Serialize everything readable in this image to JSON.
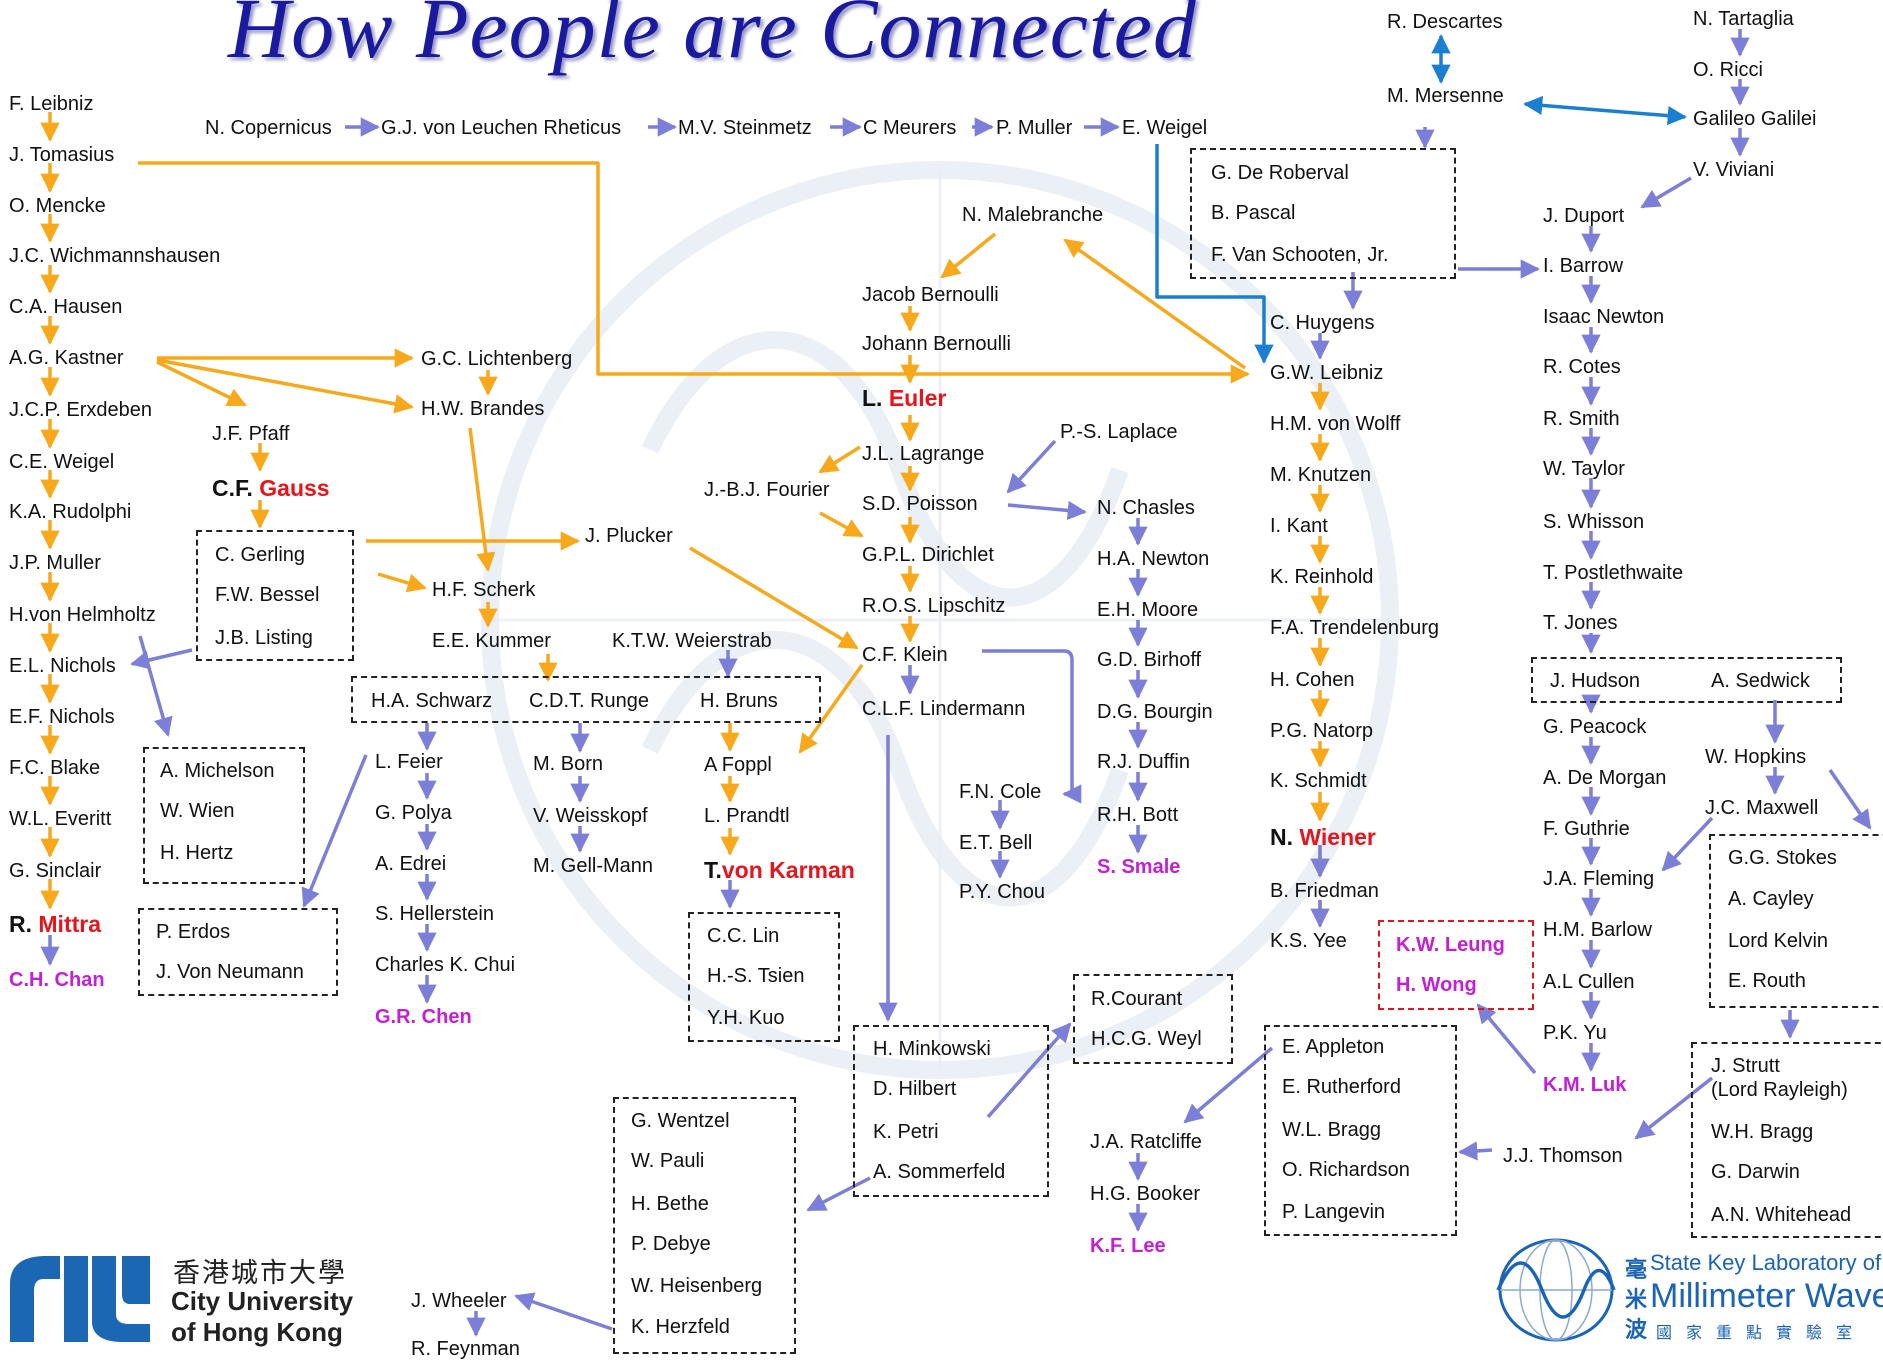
{
  "title": "How People are Connected",
  "nodes": {
    "leibniz_f": "F. Leibniz",
    "tomasius": "J. Tomasius",
    "mencke": "O. Mencke",
    "wichmannshausen": "J.C. Wichmannshausen",
    "hausen": "C.A. Hausen",
    "kastner": "A.G. Kastner",
    "erxdeben": "J.C.P. Erxdeben",
    "weigel_ce": "C.E. Weigel",
    "rudolphi": "K.A. Rudolphi",
    "muller_jp": "J.P. Muller",
    "helmholtz": "H.von Helmholtz",
    "nichols_el": "E.L. Nichols",
    "nichols_ef": "E.F. Nichols",
    "blake": "F.C. Blake",
    "everitt": "W.L. Everitt",
    "sinclair": "G. Sinclair",
    "mittra_prefix": "R. ",
    "mittra_name": "Mittra",
    "chan_ch": "C.H. Chan",
    "copernicus": "N. Copernicus",
    "rheticus": "G.J. von Leuchen Rheticus",
    "steinmetz": "M.V. Steinmetz",
    "meurers": "C Meurers",
    "muller_p": "P. Muller",
    "weigel_e": "E. Weigel",
    "pfaff": "J.F. Pfaff",
    "gauss_prefix": "C.F. ",
    "gauss_name": "Gauss",
    "gerling": "C. Gerling",
    "bessel": "F.W. Bessel",
    "listing": "J.B. Listing",
    "lichtenberg": "G.C. Lichtenberg",
    "brandes": "H.W. Brandes",
    "plucker": "J. Plucker",
    "scherk": "H.F. Scherk",
    "kummer": "E.E. Kummer",
    "weierstrab": "K.T.W. Weierstrab",
    "schwarz": "H.A. Schwarz",
    "runge": "C.D.T. Runge",
    "bruns": "H. Bruns",
    "michelson": "A. Michelson",
    "wien": "W. Wien",
    "hertz": "H. Hertz",
    "erdos": "P. Erdos",
    "neumann": "J. Von Neumann",
    "feier": "L. Feier",
    "polya": "G. Polya",
    "edrei": "A. Edrei",
    "hellerstein": "S. Hellerstein",
    "chui": "Charles K. Chui",
    "chen_gr": "G.R. Chen",
    "born": "M. Born",
    "weisskopf": "V. Weisskopf",
    "gellmann": "M. Gell-Mann",
    "foppl": "A Foppl",
    "prandtl": "L. Prandtl",
    "karman_prefix": "T.",
    "karman_name": "von Karman",
    "lin": "C.C. Lin",
    "tsien": "H.-S. Tsien",
    "kuo": "Y.H. Kuo",
    "malebranche": "N. Malebranche",
    "jacob_bernoulli": "Jacob Bernoulli",
    "johann_bernoulli": "Johann Bernoulli",
    "euler_prefix": "L. ",
    "euler_name": "Euler",
    "lagrange": "J.L. Lagrange",
    "fourier": "J.-B.J. Fourier",
    "poisson": "S.D. Poisson",
    "dirichlet": "G.P.L. Dirichlet",
    "lipschitz": "R.O.S. Lipschitz",
    "klein": "C.F. Klein",
    "lindermann": "C.L.F. Lindermann",
    "laplace": "P.-S. Laplace",
    "chasles": "N. Chasles",
    "newton_ha": "H.A. Newton",
    "moore": "E.H. Moore",
    "birhoff": "G.D. Birhoff",
    "bourgin": "D.G. Bourgin",
    "duffin": "R.J. Duffin",
    "bott": "R.H. Bott",
    "smale": "S. Smale",
    "cole": "F.N. Cole",
    "bell": "E.T. Bell",
    "chou": "P.Y. Chou",
    "courant": "R.Courant",
    "weyl": "H.C.G. Weyl",
    "minkowski": "H. Minkowski",
    "hilbert": "D. Hilbert",
    "petri": "K. Petri",
    "sommerfeld": "A. Sommerfeld",
    "wentzel": "G. Wentzel",
    "pauli": "W. Pauli",
    "bethe": "H. Bethe",
    "debye": "P. Debye",
    "heisenberg": "W. Heisenberg",
    "herzfeld": "K. Herzfeld",
    "wheeler": "J. Wheeler",
    "feynman": "R. Feynman",
    "ratcliffe": "J.A. Ratcliffe",
    "booker": "H.G. Booker",
    "lee_kf": "K.F. Lee",
    "descartes": "R. Descartes",
    "mersenne": "M. Mersenne",
    "roberval": "G. De Roberval",
    "pascal": "B. Pascal",
    "schooten": "F. Van Schooten, Jr.",
    "huygens": "C. Huygens",
    "leibniz_gw": "G.W. Leibniz",
    "wolff": "H.M. von Wolff",
    "knutzen": "M. Knutzen",
    "kant": "I. Kant",
    "reinhold": "K. Reinhold",
    "trendelenburg": "F.A. Trendelenburg",
    "cohen": "H. Cohen",
    "natorp": "P.G. Natorp",
    "schmidt": "K. Schmidt",
    "wiener_prefix": "N. ",
    "wiener_name": "Wiener",
    "friedman": "B. Friedman",
    "yee": "K.S. Yee",
    "leung": "K.W. Leung",
    "wong": "H. Wong",
    "appleton": "E. Appleton",
    "rutherford": "E. Rutherford",
    "bragg_wl": "W.L. Bragg",
    "richardson": "O. Richardson",
    "langevin": "P. Langevin",
    "thomson": "J.J. Thomson",
    "tartaglia": "N. Tartaglia",
    "ricci": "O. Ricci",
    "galileo": "Galileo Galilei",
    "viviani": "V. Viviani",
    "duport": "J. Duport",
    "barrow": "I. Barrow",
    "isaac_newton": "Isaac Newton",
    "cotes": "R. Cotes",
    "smith": "R. Smith",
    "taylor": "W. Taylor",
    "whisson": "S. Whisson",
    "postlethwaite": "T. Postlethwaite",
    "jones": "T. Jones",
    "hudson": "J. Hudson",
    "sedwick": "A. Sedwick",
    "peacock": "G. Peacock",
    "hopkins": "W. Hopkins",
    "morgan": "A. De Morgan",
    "maxwell": "J.C. Maxwell",
    "guthrie": "F. Guthrie",
    "fleming": "J.A. Fleming",
    "barlow": "H.M. Barlow",
    "cullen": "A.L Cullen",
    "yu": "P.K. Yu",
    "luk": "K.M. Luk",
    "stokes": "G.G. Stokes",
    "cayley": "A. Cayley",
    "kelvin": "Lord Kelvin",
    "routh": "E. Routh",
    "strutt_1": "J. Strutt",
    "strutt_2": "(Lord Rayleigh)",
    "bragg_wh": "W.H. Bragg",
    "darwin": "G. Darwin",
    "whitehead": "A.N. Whitehead"
  },
  "logos": {
    "cityu_zh": "香港城市大學",
    "cityu_en_1": "City University",
    "cityu_en_2": "of Hong Kong",
    "skl_zh_1": "毫",
    "skl_zh_2": "米",
    "skl_zh_3": "波",
    "skl_line1": "State Key Laboratory of",
    "skl_line2": "Millimeter Waves",
    "skl_line3": "國家重點實驗室"
  },
  "colors": {
    "orange": "#f7a81b",
    "purple": "#7c7fd8",
    "blue": "#1b7fd1",
    "title": "#1a1a9e",
    "red": "#e8141b",
    "magenta": "#c31fd6"
  }
}
